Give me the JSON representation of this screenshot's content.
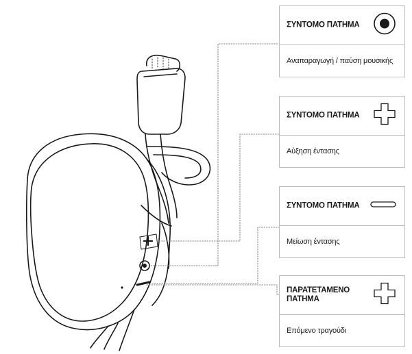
{
  "callouts": [
    {
      "title": "ΣΥΝΤΟΜΟ ΠΑΤΗΜΑ",
      "action": "Αναπαραγωγή / παύση μουσικής",
      "icon": "filled-circle-icon"
    },
    {
      "title": "ΣΥΝΤΟΜΟ ΠΑΤΗΜΑ",
      "action": "Αύξηση έντασης",
      "icon": "plus-icon"
    },
    {
      "title": "ΣΥΝΤΟΜΟ ΠΑΤΗΜΑ",
      "action": "Μείωση έντασης",
      "icon": "minus-icon"
    },
    {
      "title": "ΠΑΡΑΤΕΤΑΜΕΝΟ ΠΑΤΗΜΑ",
      "action": "Επόμενο τραγούδι",
      "icon": "plus-icon"
    }
  ],
  "colors": {
    "stroke": "#1a1a1a",
    "border": "#bdbdbd",
    "dotted": "#8a8a8a"
  }
}
